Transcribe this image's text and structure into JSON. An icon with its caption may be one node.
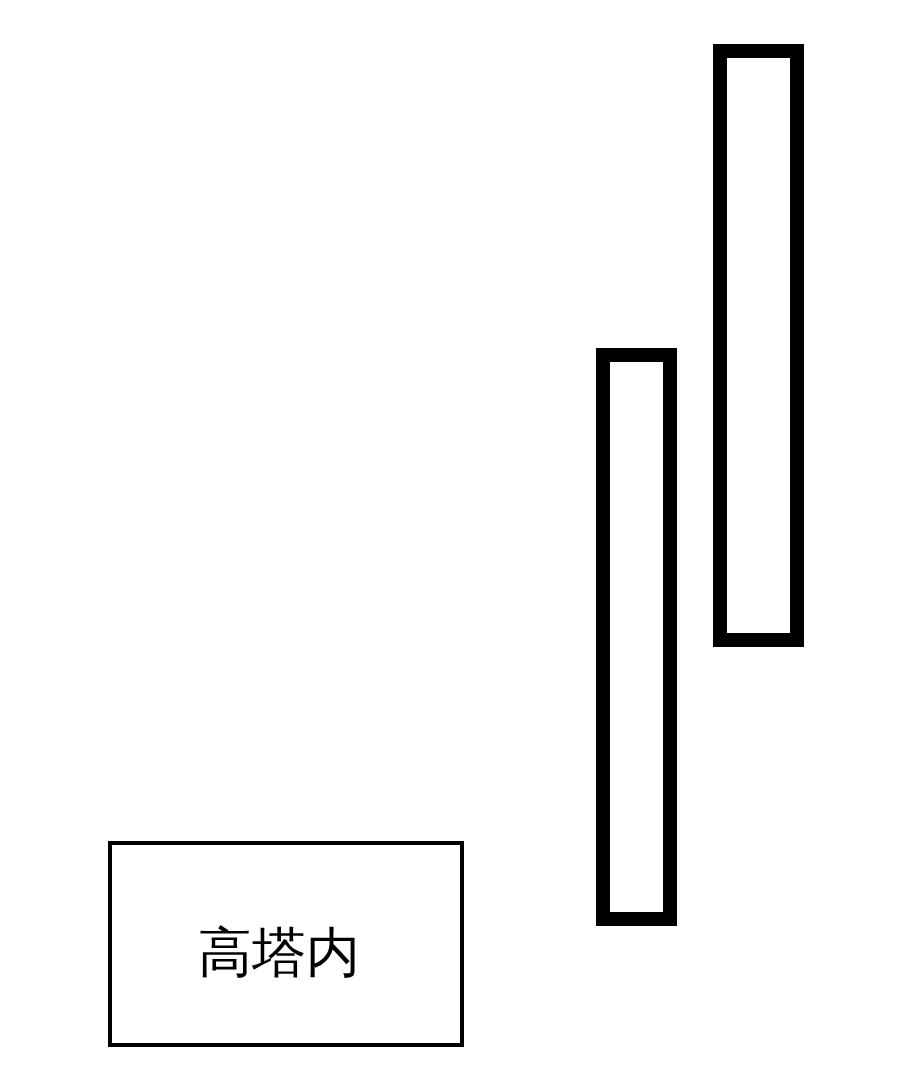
{
  "diagram": {
    "nodes": [
      {
        "text": [
          "高塔内"
        ]
      },
      {
        "text": [],
        "shape": "bar"
      },
      {
        "text": [],
        "shape": "bar"
      }
    ]
  }
}
